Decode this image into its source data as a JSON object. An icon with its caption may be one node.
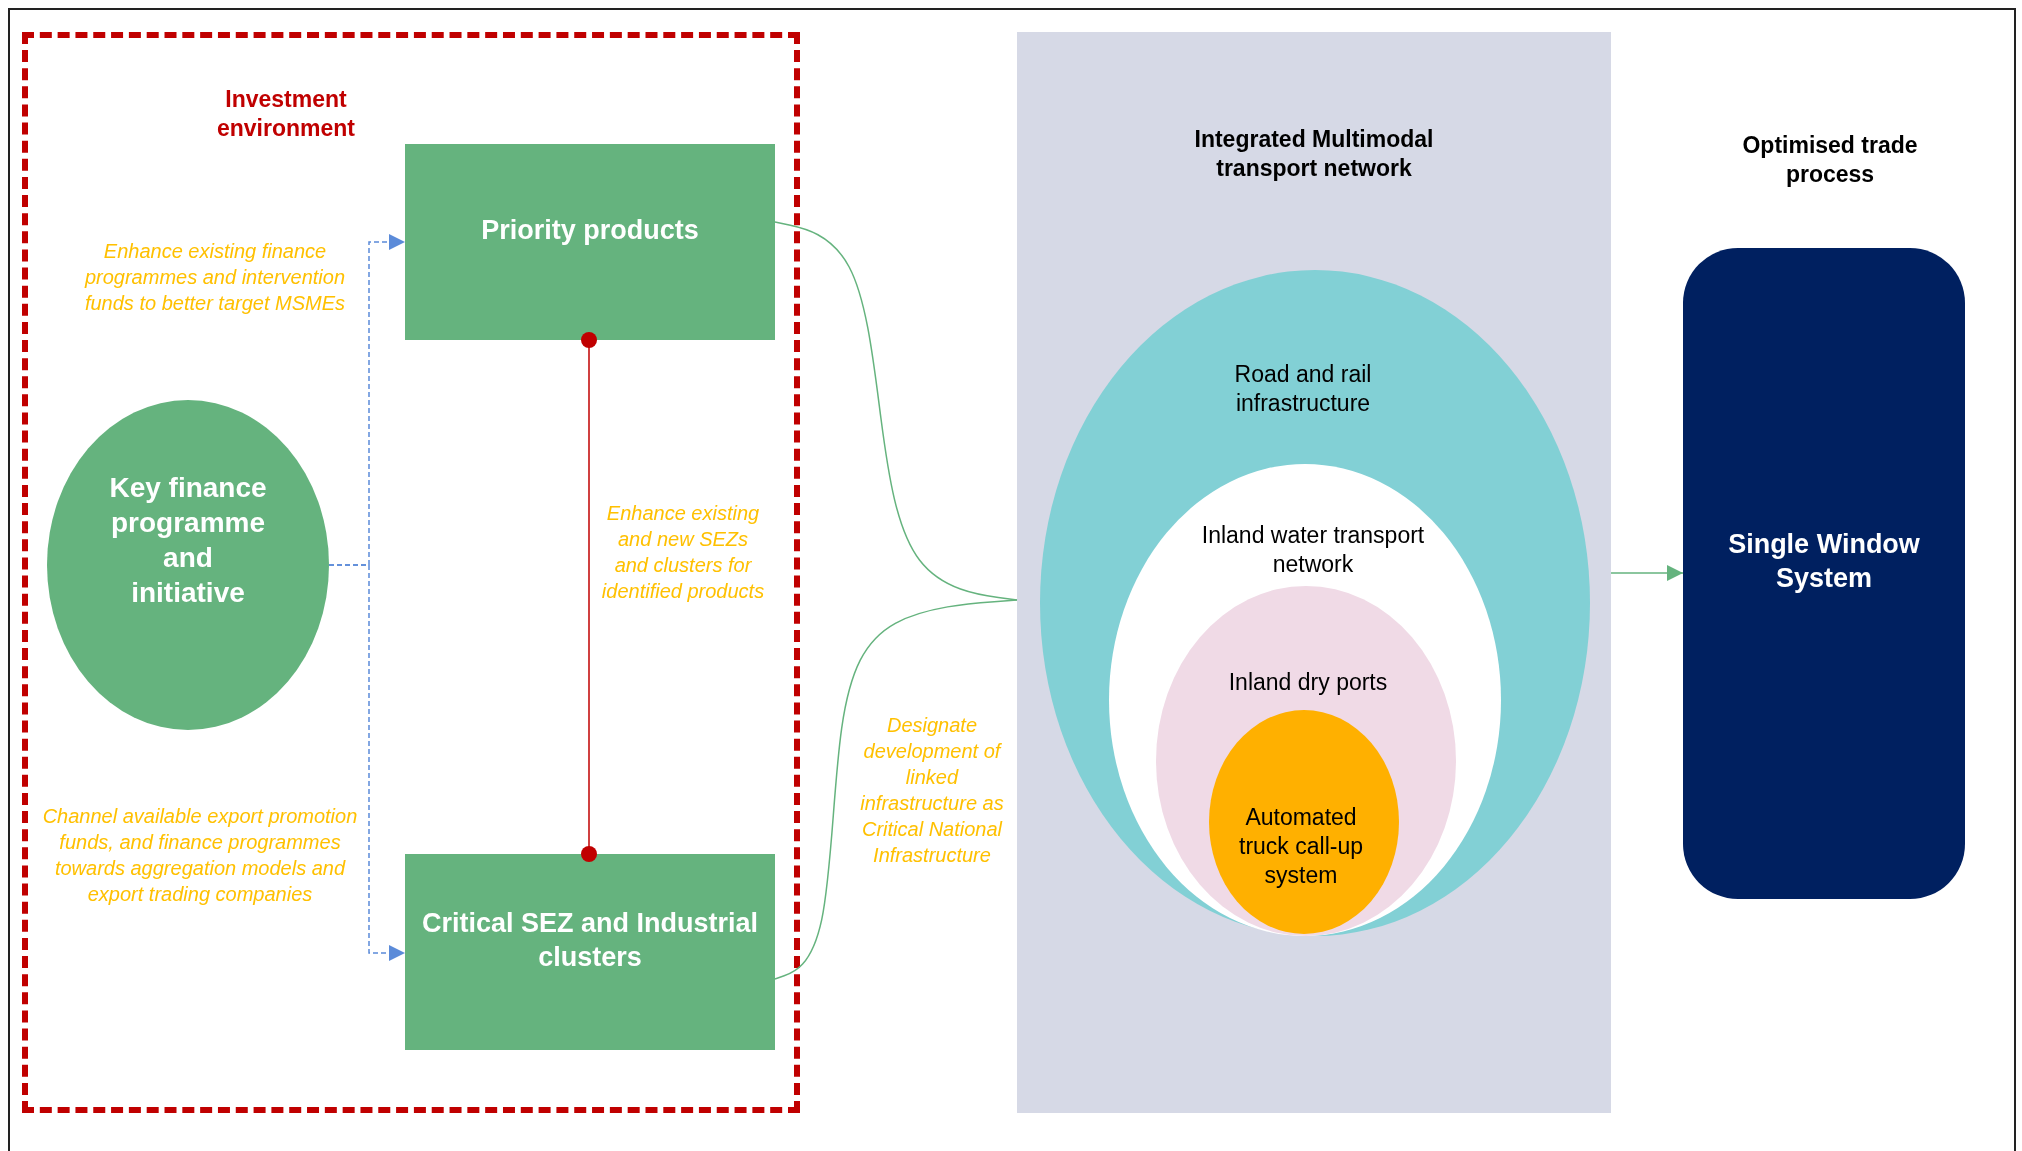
{
  "diagram": {
    "nodes": [
      {
        "text": [
          "Investment environment"
        ]
      },
      {
        "text": [
          "Priority products"
        ],
        "in": 0
      },
      {
        "text": [
          "Key finance programme and initiative"
        ],
        "in": 0
      },
      {
        "text": [
          "Critical SEZ and Industrial clusters"
        ],
        "in": 0
      },
      {
        "text": [
          "Integrated Multimodal transport network"
        ]
      },
      {
        "text": [
          "Road and rail infrastructure"
        ],
        "in": 4
      },
      {
        "text": [
          "Inland water transport network"
        ],
        "in": 5
      },
      {
        "text": [
          "Inland dry ports"
        ],
        "in": 6
      },
      {
        "text": [
          "Automated truck call-up system"
        ],
        "in": 7
      },
      {
        "text": [
          "Optimised trade process",
          "Single Window System"
        ]
      }
    ],
    "edges": [
      {
        "from": 2,
        "to": 1,
        "arrow": "to",
        "style": "dashed",
        "color": "#5b8bd9",
        "label": "Enhance existing finance programmes and intervention funds to better target MSMEs"
      },
      {
        "from": 2,
        "to": 3,
        "arrow": "to",
        "style": "dashed",
        "color": "#5b8bd9",
        "label": "Channel available export promotion funds, and finance programmes towards aggregation models and export trading companies"
      },
      {
        "from": 1,
        "to": 3,
        "arrow": "other",
        "color": "#c00000",
        "label": "Enhance existing and new SEZs and clusters for identified products"
      },
      {
        "from": 1,
        "to": 4,
        "arrow": "none"
      },
      {
        "from": 3,
        "to": 4,
        "arrow": "none",
        "label": "Designate development of linked infrastructure as Critical National Infrastructure"
      },
      {
        "from": 4,
        "to": 9,
        "arrow": "to"
      }
    ]
  }
}
